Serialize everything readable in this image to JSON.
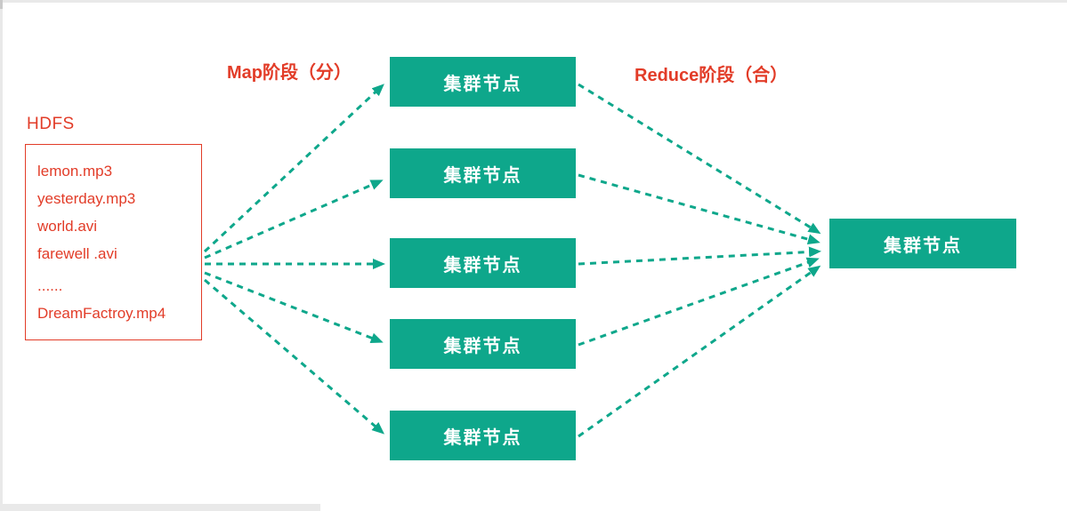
{
  "diagram": {
    "hdfs": {
      "title": "HDFS",
      "files": [
        "lemon.mp3",
        "yesterday.mp3",
        "world.avi",
        "farewell .avi",
        "......",
        "DreamFactroy.mp4"
      ]
    },
    "stages": {
      "map": "Map阶段（分）",
      "reduce": "Reduce阶段（合）"
    },
    "map_nodes": [
      {
        "label": "集群节点"
      },
      {
        "label": "集群节点"
      },
      {
        "label": "集群节点"
      },
      {
        "label": "集群节点"
      },
      {
        "label": "集群节点"
      }
    ],
    "reduce_node": {
      "label": "集群节点"
    },
    "colors": {
      "node_fill": "#0ea78b",
      "arrow": "#0ea78b",
      "accent_red": "#e23c28"
    }
  }
}
